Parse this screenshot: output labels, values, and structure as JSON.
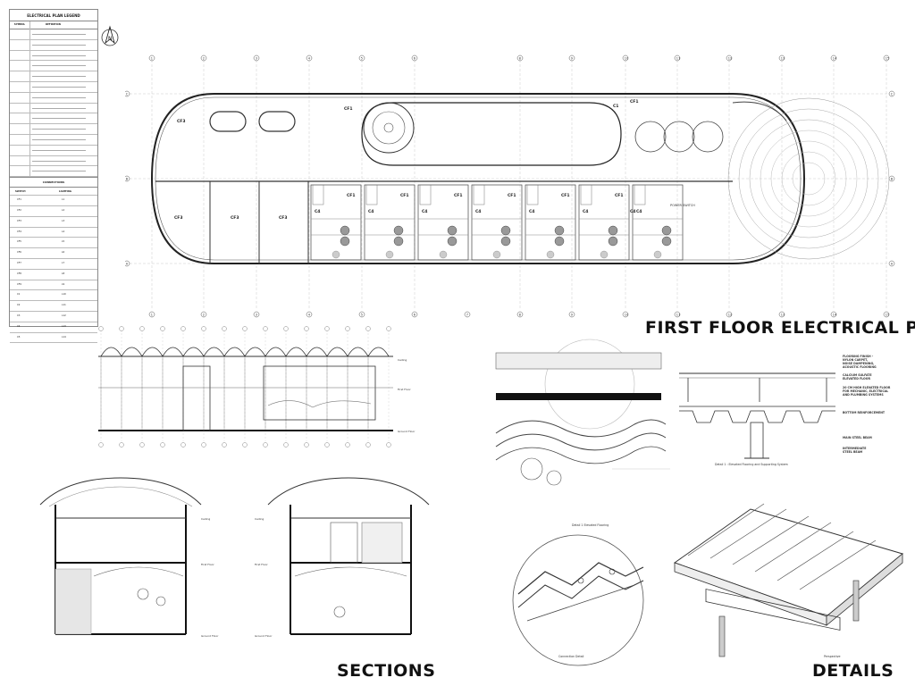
{
  "titles": {
    "plan": "FIRST FLOOR ELECTRICAL PLAN",
    "sections": "SECTIONS",
    "details": "DETAILS"
  },
  "legend": {
    "heading": "ELECTRICAL PLAN LEGEND",
    "col_symbol": "SYMBOL",
    "col_definition": "DEFINITION",
    "connections_heading": "CONNECTIONS",
    "col_switch": "SWITCH",
    "col_lighting": "LIGHTING",
    "connections": [
      {
        "switch": "CF1",
        "lighting": "L1"
      },
      {
        "switch": "CF2",
        "lighting": "L2"
      },
      {
        "switch": "CF3",
        "lighting": "L3"
      },
      {
        "switch": "CF4",
        "lighting": "L4"
      },
      {
        "switch": "CF5",
        "lighting": "L5"
      },
      {
        "switch": "CF6",
        "lighting": "L6"
      },
      {
        "switch": "CF7",
        "lighting": "L7"
      },
      {
        "switch": "CF8",
        "lighting": "L8"
      },
      {
        "switch": "CF9",
        "lighting": "L9"
      },
      {
        "switch": "C1",
        "lighting": "L10"
      },
      {
        "switch": "C2",
        "lighting": "L11"
      },
      {
        "switch": "C3",
        "lighting": "L12"
      },
      {
        "switch": "C4",
        "lighting": "L13"
      },
      {
        "switch": "C5",
        "lighting": "L14"
      }
    ]
  },
  "plan": {
    "grid_top": [
      "1",
      "2",
      "3",
      "4",
      "5",
      "6",
      "8",
      "9",
      "10",
      "11",
      "12",
      "13",
      "14",
      "15"
    ],
    "grid_bottom": [
      "1",
      "2",
      "3",
      "4",
      "5",
      "6",
      "7",
      "8",
      "9",
      "10",
      "11",
      "12",
      "13",
      "14",
      "15"
    ],
    "grid_rows": [
      "C",
      "B",
      "A"
    ],
    "circuit_labels": [
      "CF3",
      "CF3",
      "CF3",
      "CF3",
      "CF1",
      "C1",
      "CF1",
      "CF1",
      "CF1",
      "CF1",
      "CF1",
      "CF1",
      "CF1",
      "C4",
      "C4",
      "C4",
      "C4",
      "C4",
      "C4",
      "C4",
      "C4"
    ],
    "power_label": "POWER SWITCH"
  },
  "details": {
    "notes": [
      "FLOORING FINISH -\nNYLON CARPET,\nNOISE DAMPENING,\nACOUSTIC FLOORING",
      "CALCIUM SULFATE\nELEVATED FLOOR",
      "20 CM HIGH ELEVATED FLOOR\nFOR MECHANIC, ELECTRICAL\nAND PLUMBING SYSTEMS",
      "BOTTOM REINFORCEMENT",
      "MAIN STEEL BEAM",
      "INTERMEDIATE\nSTEEL BEAM"
    ],
    "captions": [
      "Detail 1 : Elevated Flooring and Supporting System",
      "Detail 1 Elevated Flooring",
      "Connection Detail",
      "Perspective"
    ]
  },
  "sections": {
    "level_labels": [
      "Ceiling",
      "First Floor",
      "Ground Floor"
    ]
  }
}
